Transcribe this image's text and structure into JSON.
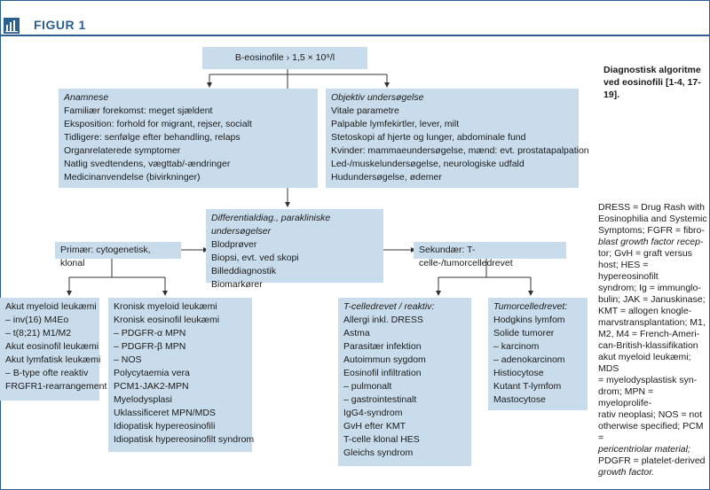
{
  "figure": {
    "label": "FIGUR 1"
  },
  "caption": "Diagnostisk algoritme ved eosinofili [1-4, 17-19].",
  "root": {
    "text": "B-eosinofile › 1,5 × 10⁹/l"
  },
  "anamnese": {
    "title": "Anamnese",
    "items": [
      "Familiær forekomst: meget sjældent",
      "Eksposition: forhold for migrant, rejser, socialt",
      "Tidligere: senfølge efter behandling, relaps",
      "Organrelaterede symptomer",
      "Natlig svedtendens, vægttab/-ændringer",
      "Medicinanvendelse (bivirkninger)"
    ]
  },
  "objektiv": {
    "title": "Objektiv undersøgelse",
    "items": [
      "Vitale parametre",
      "Palpable lymfekirtler, lever, milt",
      "Stetoskopi af hjerte og lunger, abdominale fund",
      "Kvinder: mammaeundersøgelse, mænd: evt. prostatapalpation",
      "Led-/muskelundersøgelse, neurologiske udfald",
      "Hudundersøgelse, ødemer"
    ]
  },
  "differential": {
    "title": "Differentialdiag., parakliniske undersøgelser",
    "items": [
      "Blodprøver",
      "Biopsi, evt. ved skopi",
      "Billeddiagnostik",
      "Biomarkører"
    ]
  },
  "primaer": {
    "label": "Primær: cytogenetisk, klonal"
  },
  "sekundaer": {
    "label": "Sekundær: T-celle-/tumorcelledrevet"
  },
  "akut": {
    "items": [
      "Akut myeloid leukæmi",
      "– inv(16) M4Eo",
      "– t(8;21) M1/M2",
      "Akut eosinofil leukæmi",
      "Akut lymfatisk leukæmi",
      "– B-type ofte reaktiv",
      "FRGFR1-rearrangement"
    ]
  },
  "kronisk": {
    "items": [
      "Kronisk myeloid leukæmi",
      "Kronisk eosinofil leukæmi",
      "– PDGFR-α MPN",
      "– PDGFR-β MPN",
      "– NOS",
      "Polycytaemia vera",
      "PCM1-JAK2-MPN",
      "Myelodysplasi",
      "Uklassificeret MPN/MDS",
      "Idiopatisk hypereosinofili",
      "Idiopatisk hypereosinofilt syndrom"
    ]
  },
  "tcelle": {
    "title": "T-celledrevet / reaktiv:",
    "items": [
      "Allergi inkl. DRESS",
      "Astma",
      "Parasitær infektion",
      "Autoimmun sygdom",
      "Eosinofil infiltration",
      "– pulmonalt",
      "– gastrointestinalt",
      "IgG4-syndrom",
      "GvH efter KMT",
      "T-celle klonal HES",
      "Gleichs syndrom"
    ]
  },
  "tumor": {
    "title": "Tumorcelledrevet:",
    "items": [
      "Hodgkins lymfom",
      "Solide tumorer",
      "– karcinom",
      "– adenokarcinom",
      "Histiocytose",
      "Kutant T-lymfom",
      "Mastocytose"
    ]
  },
  "abbreviations": [
    {
      "t": "DRESS = Drug Rash with",
      "i": false
    },
    {
      "t": "Eosinophilia and Systemic",
      "i": false
    },
    {
      "t": "Symptoms; FGFR = fibro-",
      "i": false
    },
    {
      "t": "blast growth factor recep-",
      "i": true
    },
    {
      "t": "tor; GvH = graft versus",
      "i": false
    },
    {
      "t": "host; HES = hypereosinofilt",
      "i": false
    },
    {
      "t": "syndrom; Ig = immunglo-",
      "i": false
    },
    {
      "t": "bulin; JAK = Januskinase;",
      "i": false
    },
    {
      "t": "KMT = allogen knogle-",
      "i": false
    },
    {
      "t": "marvstransplantation; M1,",
      "i": false
    },
    {
      "t": "M2, M4 = French-Ameri-",
      "i": false
    },
    {
      "t": "can-British-klassifikation",
      "i": false
    },
    {
      "t": "akut myeloid leukæmi; MDS",
      "i": false
    },
    {
      "t": "= myelodysplastisk syn-",
      "i": false
    },
    {
      "t": "drom; MPN = myeloprolife-",
      "i": false
    },
    {
      "t": "rativ neoplasi; NOS = not",
      "i": false
    },
    {
      "t": "otherwise specified; PCM =",
      "i": false
    },
    {
      "t": "pericentriolar material;",
      "i": true
    },
    {
      "t": "PDGFR = platelet-derived",
      "i": false
    },
    {
      "t": "growth factor.",
      "i": true
    }
  ],
  "colors": {
    "accent": "#2b5f8f",
    "box": "#c8dceb",
    "line": "#333333"
  }
}
